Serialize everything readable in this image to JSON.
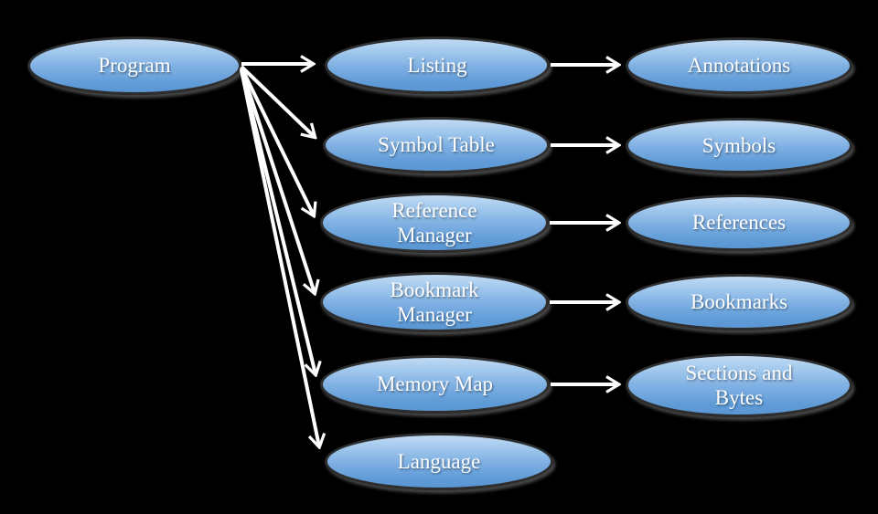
{
  "diagram": {
    "title": "Program structure diagram",
    "background_color": "#000000",
    "node_fill_top": "#c0daf4",
    "node_fill_bottom": "#5b97d4",
    "node_border_color": "#2e2e2e",
    "text_color": "#ffffff",
    "arrow_color": "#ffffff",
    "nodes": {
      "program": {
        "label": "Program"
      },
      "listing": {
        "label": "Listing"
      },
      "symbol_table": {
        "label": "Symbol Table"
      },
      "reference_manager": {
        "label": "Reference\nManager"
      },
      "bookmark_manager": {
        "label": "Bookmark\nManager"
      },
      "memory_map": {
        "label": "Memory Map"
      },
      "language": {
        "label": "Language"
      },
      "annotations": {
        "label": "Annotations"
      },
      "symbols": {
        "label": "Symbols"
      },
      "references": {
        "label": "References"
      },
      "bookmarks": {
        "label": "Bookmarks"
      },
      "sections_and_bytes": {
        "label": "Sections and\nBytes"
      }
    },
    "edges": [
      {
        "from": "program",
        "to": "listing"
      },
      {
        "from": "program",
        "to": "symbol_table"
      },
      {
        "from": "program",
        "to": "reference_manager"
      },
      {
        "from": "program",
        "to": "bookmark_manager"
      },
      {
        "from": "program",
        "to": "memory_map"
      },
      {
        "from": "program",
        "to": "language"
      },
      {
        "from": "listing",
        "to": "annotations"
      },
      {
        "from": "symbol_table",
        "to": "symbols"
      },
      {
        "from": "reference_manager",
        "to": "references"
      },
      {
        "from": "bookmark_manager",
        "to": "bookmarks"
      },
      {
        "from": "memory_map",
        "to": "sections_and_bytes"
      }
    ]
  }
}
